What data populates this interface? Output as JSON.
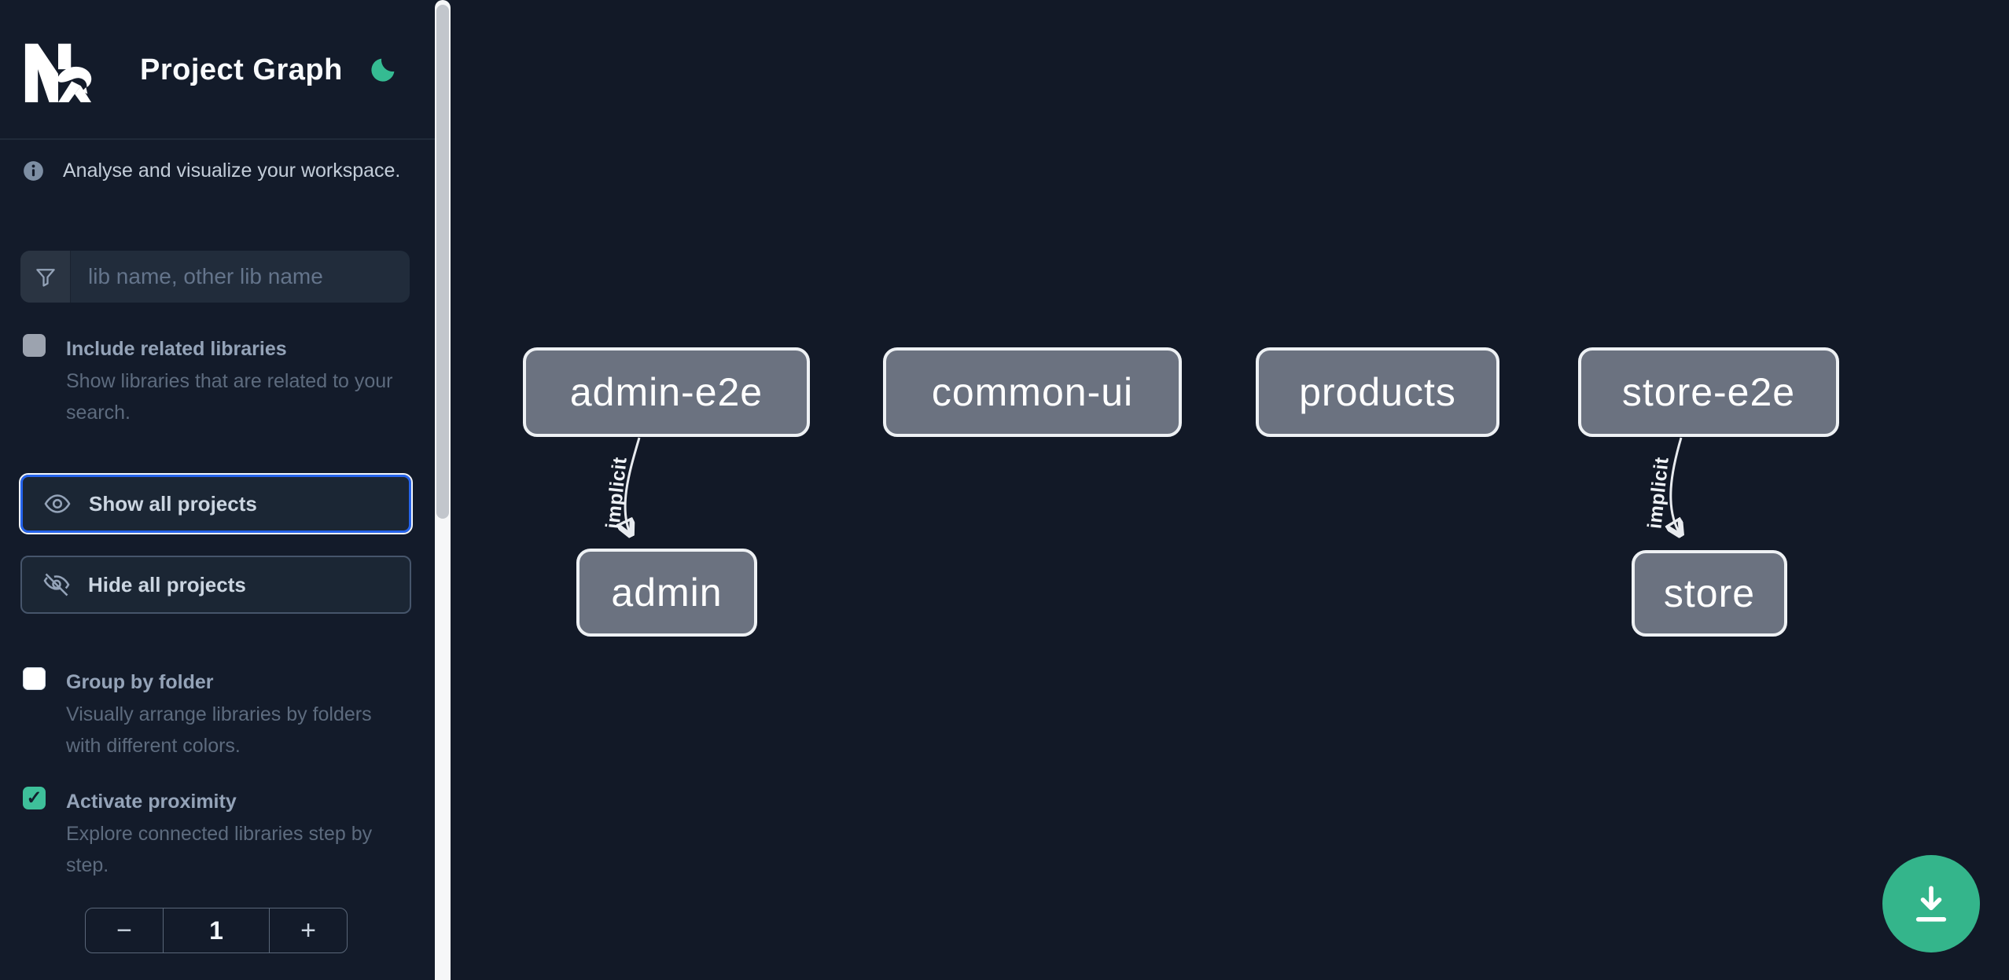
{
  "header": {
    "title": "Project Graph"
  },
  "sidebar": {
    "info_text": "Analyse and visualize your workspace.",
    "search_placeholder": "lib name, other lib name",
    "options": [
      {
        "label": "Include related libraries",
        "description": "Show libraries that are related to your search.",
        "checked": false
      },
      {
        "label": "Group by folder",
        "description": "Visually arrange libraries by folders with different colors.",
        "checked": false
      },
      {
        "label": "Activate proximity",
        "description": "Explore connected libraries step by step.",
        "checked": true
      }
    ],
    "show_all_label": "Show all projects",
    "hide_all_label": "Hide all projects",
    "stepper": {
      "decrement": "−",
      "value": "1",
      "increment": "+"
    }
  },
  "icons": {
    "check": "✓"
  },
  "graph": {
    "nodes": [
      {
        "label": "admin-e2e"
      },
      {
        "label": "common-ui"
      },
      {
        "label": "products"
      },
      {
        "label": "store-e2e"
      },
      {
        "label": "admin"
      },
      {
        "label": "store"
      }
    ],
    "edges": [
      {
        "source": "admin-e2e",
        "target": "admin",
        "label": "implicit"
      },
      {
        "source": "store-e2e",
        "target": "store",
        "label": "implicit"
      }
    ]
  },
  "colors": {
    "accent_green": "#34b58b",
    "focus_blue": "#2563eb",
    "node_fill": "#6b7280",
    "node_border": "#eef1f4",
    "background": "#121a28"
  }
}
